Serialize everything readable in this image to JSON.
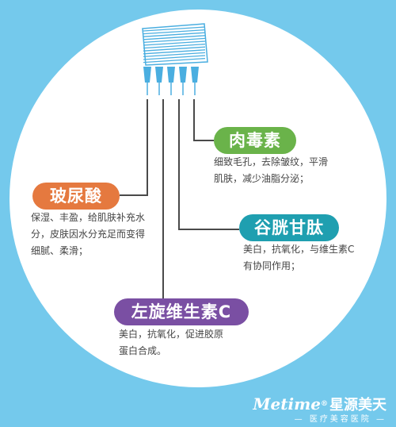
{
  "colors": {
    "background": "#74c9ec",
    "circle": "#ffffff",
    "line": "#4a4a4a",
    "syringe": "#4aaee0",
    "green": "#6ab34a",
    "orange": "#e5793f",
    "teal": "#1f9fb0",
    "purple": "#7a4fa3"
  },
  "labels": [
    {
      "id": "botox",
      "title": "肉毒素",
      "color": "#6ab34a",
      "lines": [
        "细致毛孔，去除皱纹，平滑",
        "肌肤，减少油脂分泌；"
      ]
    },
    {
      "id": "hyaluronic",
      "title": "玻尿酸",
      "color": "#e5793f",
      "lines": [
        "保湿、丰盈，给肌肤补充水",
        "分，皮肤因水分充足而变得",
        "细腻、柔滑；"
      ]
    },
    {
      "id": "glutathione",
      "title": "谷胱甘肽",
      "color": "#1f9fb0",
      "lines": [
        "美白，抗氧化，与维生素C",
        "有协同作用；"
      ]
    },
    {
      "id": "vitamin-c",
      "title": "左旋维生素C",
      "color": "#7a4fa3",
      "lines": [
        "美白，抗氧化，促进胶原",
        "蛋白合成。"
      ]
    }
  ],
  "logo": {
    "brand": "Metime",
    "tm": "®",
    "cn_name": "星源美天",
    "subtitle": "医疗美容医院"
  }
}
